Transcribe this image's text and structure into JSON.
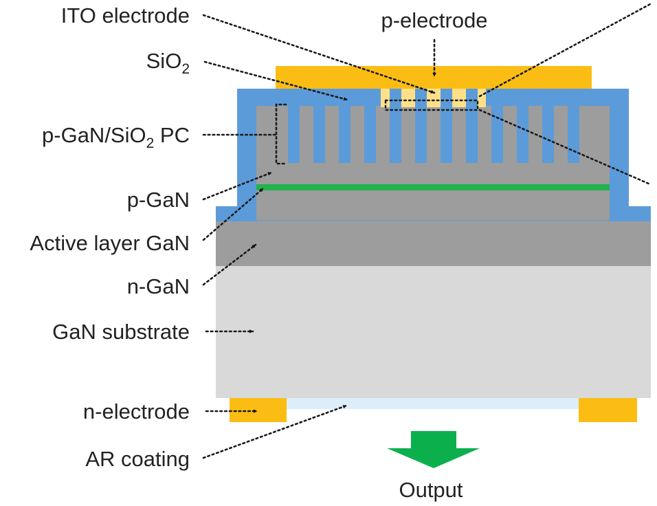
{
  "labels": {
    "ito_electrode": "ITO electrode",
    "p_electrode": "p-electrode",
    "sio2_prefix": "SiO",
    "sio2_sub": "2",
    "pc_prefix": "p-GaN/SiO",
    "pc_sub": "2",
    "pc_suffix": " PC",
    "p_gan": "p-GaN",
    "active_layer": "Active layer GaN",
    "n_gan": "n-GaN",
    "substrate": "GaN substrate",
    "n_electrode": "n-electrode",
    "ar_coating": "AR coating",
    "output": "Output"
  },
  "colors": {
    "electrode": "#fbbd14",
    "ito": "#ffe089",
    "sio2": "#5c9bd9",
    "p_gan": "#9d9d9d",
    "active_layer": "#21b24c",
    "n_gan": "#9d9d9d",
    "substrate": "#d9d9d9",
    "ar_coating": "#ddeefb",
    "output_arrow": "#0bb04d"
  }
}
